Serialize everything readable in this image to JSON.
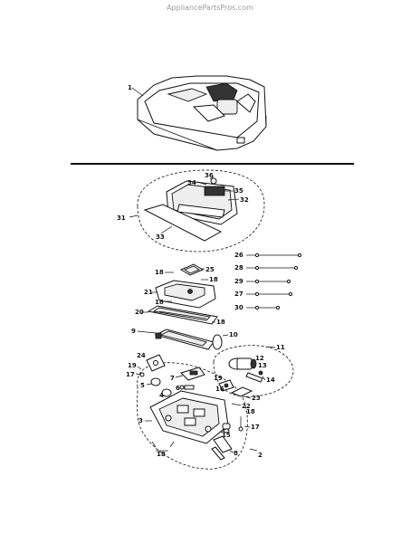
{
  "watermark": "AppliancePartsPros.com",
  "callouts": [
    {
      "id": "c1",
      "text": "1"
    },
    {
      "id": "c36",
      "text": "36"
    },
    {
      "id": "c34",
      "text": "34"
    },
    {
      "id": "c35",
      "text": "35"
    },
    {
      "id": "c32",
      "text": "32"
    },
    {
      "id": "c31",
      "text": "31"
    },
    {
      "id": "c33",
      "text": "33"
    },
    {
      "id": "c26",
      "text": "26"
    },
    {
      "id": "c28",
      "text": "28"
    },
    {
      "id": "c29",
      "text": "29"
    },
    {
      "id": "c27",
      "text": "27"
    },
    {
      "id": "c30",
      "text": "30"
    },
    {
      "id": "c18a",
      "text": "18"
    },
    {
      "id": "c25",
      "text": "25"
    },
    {
      "id": "c18b",
      "text": "18"
    },
    {
      "id": "c21",
      "text": "21"
    },
    {
      "id": "c18c",
      "text": "18"
    },
    {
      "id": "c20",
      "text": "20"
    },
    {
      "id": "c18d",
      "text": "18"
    },
    {
      "id": "c9",
      "text": "9"
    },
    {
      "id": "c10",
      "text": "10"
    },
    {
      "id": "c11",
      "text": "11"
    },
    {
      "id": "c24",
      "text": "24"
    },
    {
      "id": "c12",
      "text": "12"
    },
    {
      "id": "c13",
      "text": "13"
    },
    {
      "id": "c14",
      "text": "14"
    },
    {
      "id": "c19a",
      "text": "19"
    },
    {
      "id": "c17a",
      "text": "17"
    },
    {
      "id": "c7",
      "text": "7"
    },
    {
      "id": "c5",
      "text": "5"
    },
    {
      "id": "c6",
      "text": "6"
    },
    {
      "id": "c4",
      "text": "4"
    },
    {
      "id": "c19b",
      "text": "19"
    },
    {
      "id": "c16",
      "text": "16"
    },
    {
      "id": "c23",
      "text": "23"
    },
    {
      "id": "c22",
      "text": "22"
    },
    {
      "id": "c3",
      "text": "3"
    },
    {
      "id": "c15",
      "text": "15"
    },
    {
      "id": "c18e",
      "text": "18"
    },
    {
      "id": "c17b",
      "text": "17"
    },
    {
      "id": "c18f",
      "text": "18"
    },
    {
      "id": "c8",
      "text": "8"
    },
    {
      "id": "c2",
      "text": "2"
    }
  ]
}
